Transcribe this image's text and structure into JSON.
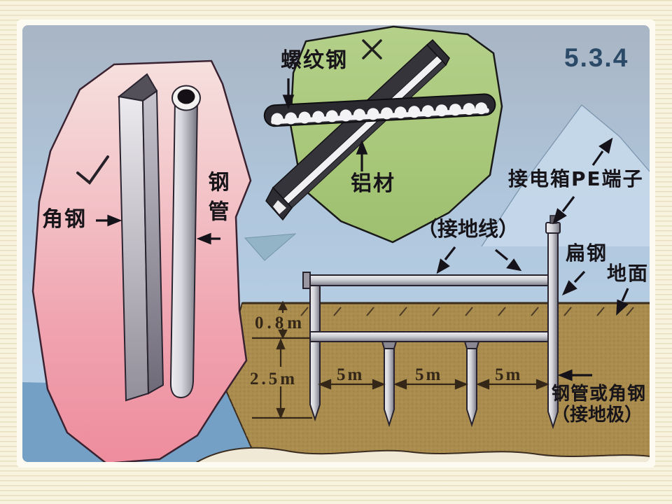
{
  "slide": {
    "section_number": "5.3.4",
    "left_panel": {
      "verdict_icon": "check-mark",
      "angle_steel_label": "角钢",
      "steel_pipe_label": "钢管"
    },
    "top_panel": {
      "verdict_icon": "cross-mark",
      "rebar_label": "螺纹钢",
      "aluminum_label": "铝材"
    },
    "diagram": {
      "pe_terminal_label": "接电箱PE端子",
      "ground_wire_label": "（接地线）",
      "flat_steel_label": "扁钢",
      "ground_surface_label": "地面",
      "electrode_label_line1": "钢管或角钢",
      "electrode_label_line2": "（接地极）",
      "burial_depth_label": "0.8m",
      "electrode_length_label": "2.5m",
      "spacing_labels": [
        "5m",
        "5m",
        "5m"
      ]
    },
    "colors": {
      "section_number": "#2B4A68",
      "sky": "#B6C8DB",
      "earth": "#A98C4E",
      "pink_blob": "#EE8C9D",
      "green_blob": "#A8C779",
      "sea": "#74A0C6"
    }
  }
}
